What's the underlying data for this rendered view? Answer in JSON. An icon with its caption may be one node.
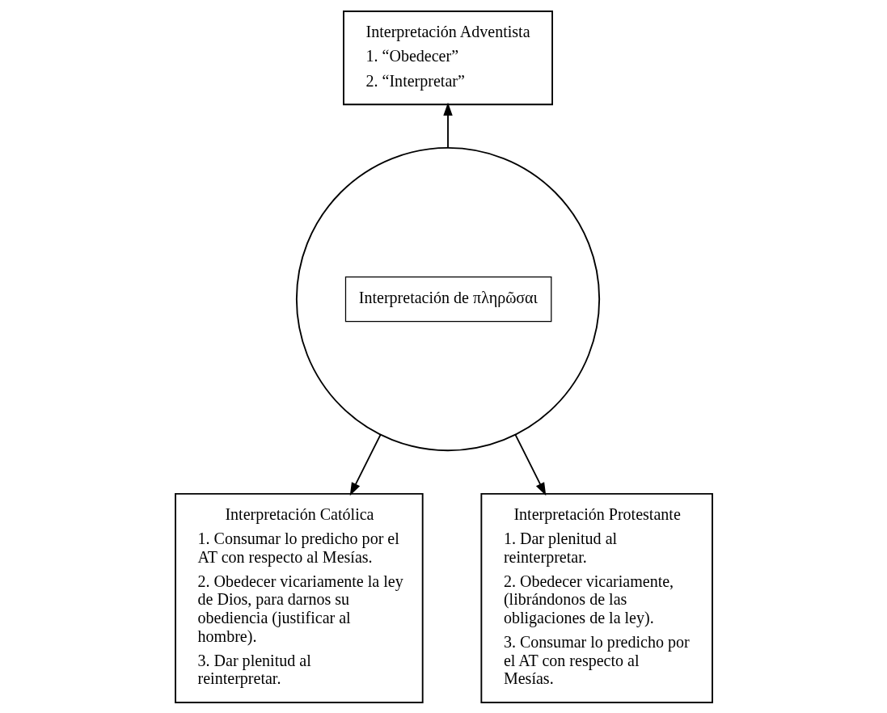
{
  "diagram": {
    "nodes": [
      {
        "text": [
          "Interpretación Adventista",
          "1. “Obedecer”",
          "2. “Interpretar”"
        ]
      },
      {
        "text": [],
        "shape": "circle"
      },
      {
        "text": [
          "Interpretación de πληρῶσαι"
        ],
        "in": 1
      },
      {
        "text": [
          "Interpretación Católica",
          "1. Consumar lo predicho por el AT con respecto al Mesías.",
          "2. Obedecer vicariamente la ley de Dios, para darnos su obediencia (justificar al hombre).",
          "3. Dar plenitud al reinterpretar."
        ]
      },
      {
        "text": [
          "Interpretación Protestante",
          "1. Dar plenitud al reinterpretar.",
          "2. Obedecer vicariamente, (librándonos de las obligaciones de la ley).",
          "3. Consumar lo predicho por el AT con respecto al Mesías."
        ]
      }
    ],
    "edges": [
      {
        "from": 1,
        "to": 0,
        "arrow": "to"
      },
      {
        "from": 1,
        "to": 3,
        "arrow": "to"
      },
      {
        "from": 1,
        "to": 4,
        "arrow": "to"
      }
    ]
  }
}
